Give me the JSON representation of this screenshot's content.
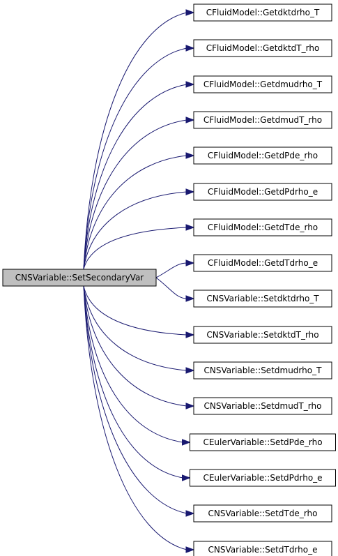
{
  "diagram": {
    "root": {
      "label": "CNSVariable::SetSecondaryVar"
    },
    "targets": [
      {
        "label": "CFluidModel::Getdktdrho_T"
      },
      {
        "label": "CFluidModel::GetdktdT_rho"
      },
      {
        "label": "CFluidModel::Getdmudrho_T"
      },
      {
        "label": "CFluidModel::GetdmudT_rho"
      },
      {
        "label": "CFluidModel::GetdPde_rho"
      },
      {
        "label": "CFluidModel::GetdPdrho_e"
      },
      {
        "label": "CFluidModel::GetdTde_rho"
      },
      {
        "label": "CFluidModel::GetdTdrho_e"
      },
      {
        "label": "CNSVariable::Setdktdrho_T"
      },
      {
        "label": "CNSVariable::SetdktdT_rho"
      },
      {
        "label": "CNSVariable::Setdmudrho_T"
      },
      {
        "label": "CNSVariable::SetdmudT_rho"
      },
      {
        "label": "CEulerVariable::SetdPde_rho"
      },
      {
        "label": "CEulerVariable::SetdPdrho_e"
      },
      {
        "label": "CNSVariable::SetdTde_rho"
      },
      {
        "label": "CNSVariable::SetdTdrho_e"
      }
    ],
    "colors": {
      "edge": "#191970",
      "root_fill": "#bfbfbf",
      "node_fill": "#ffffff",
      "border": "#000000"
    }
  }
}
